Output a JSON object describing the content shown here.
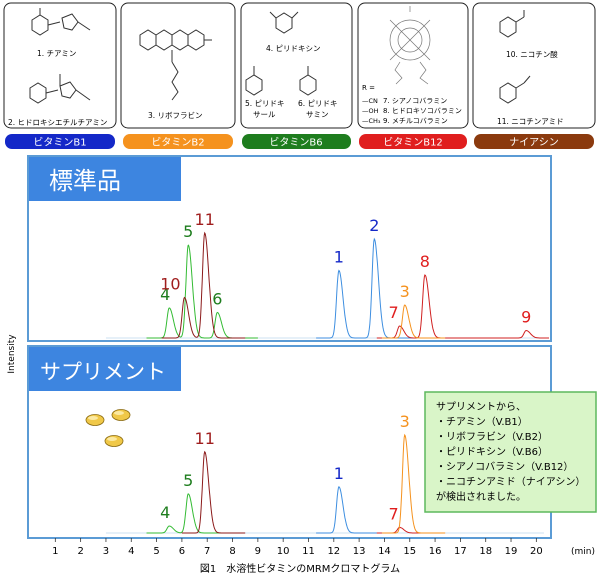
{
  "categories": [
    {
      "key": "b1",
      "label": "ビタミンB1",
      "color": "#1428c8",
      "compounds": [
        "1. チアミン",
        "2. ヒドロキシエチルチアミン"
      ]
    },
    {
      "key": "b2",
      "label": "ビタミンB2",
      "color": "#f5921e",
      "compounds": [
        "3. リボフラビン"
      ]
    },
    {
      "key": "b6",
      "label": "ビタミンB6",
      "color": "#1e7d1e",
      "compounds": [
        "4. ピリドキシン",
        "5. ピリドキサール",
        "6. ピリドキサミン"
      ]
    },
    {
      "key": "b12",
      "label": "ビタミンB12",
      "color": "#e01e1e",
      "compounds": [
        "7. シアノコバラミン",
        "8. ヒドロキソコバラミン",
        "9. メチルコバラミン"
      ]
    },
    {
      "key": "niacin",
      "label": "ナイアシン",
      "color": "#8b3a0e",
      "compounds": [
        "10. ニコチン酸",
        "11. ニコチンアミド"
      ]
    }
  ],
  "b6_labels": {
    "pyridoxal_1": "5. ピリドキ",
    "pyridoxal_2": "サール",
    "pyridoxamine_1": "6. ピリドキ",
    "pyridoxamine_2": "サミン"
  },
  "b12_substituents": [
    "R =",
    "—CN",
    "—OH",
    "—CH₃"
  ],
  "panels": [
    {
      "key": "standard",
      "title": "標準品"
    },
    {
      "key": "supplement",
      "title": "サプリメント"
    }
  ],
  "ylabel": "Intensity",
  "xunit": "(min)",
  "caption": "図1　水溶性ビタミンのMRMクロマトグラム",
  "supplement_note": {
    "lines": [
      "サプリメントから、",
      "・チアミン（V.B1）",
      "・リボフラビン（V.B2）",
      "・ピリドキシン（V.B6）",
      "・シアノコバラミン（V.B12）",
      "・ニコチンアミド（ナイアシン）",
      "が検出されました。"
    ]
  },
  "colors": {
    "b1": "#3d8ee0",
    "b2": "#f5921e",
    "b6": "#33bb33",
    "b12": "#d02020",
    "niacin": "#8b1a1a",
    "panel_border": "#5b9bd5",
    "title_bg": "#3d85e0",
    "note_bg": "#d9f5c8",
    "note_border": "#5db85d"
  },
  "chart_data": {
    "type": "line",
    "xlabel": "(min)",
    "ylabel": "Intensity",
    "xlim": [
      0,
      20.5
    ],
    "xticks": [
      1,
      2,
      3,
      4,
      5,
      6,
      7,
      8,
      9,
      10,
      11,
      12,
      13,
      14,
      15,
      16,
      17,
      18,
      19,
      20
    ],
    "panels": [
      {
        "title": "標準品",
        "peaks": [
          {
            "label": "4",
            "group": "b6",
            "rt": 5.5,
            "height": 0.2,
            "label_color": "#1e7d1e"
          },
          {
            "label": "10",
            "group": "niacin",
            "rt": 6.1,
            "height": 0.27,
            "label_color": "#a01e1e"
          },
          {
            "label": "5",
            "group": "b6",
            "rt": 6.25,
            "height": 0.62,
            "label_color": "#1e7d1e"
          },
          {
            "label": "11",
            "group": "niacin",
            "rt": 6.9,
            "height": 0.7,
            "label_color": "#a01e1e"
          },
          {
            "label": "6",
            "group": "b6",
            "rt": 7.4,
            "height": 0.17,
            "label_color": "#1e7d1e"
          },
          {
            "label": "1",
            "group": "b1",
            "rt": 12.2,
            "height": 0.45,
            "label_color": "#1428c8"
          },
          {
            "label": "2",
            "group": "b1",
            "rt": 13.6,
            "height": 0.66,
            "label_color": "#1428c8"
          },
          {
            "label": "7",
            "group": "b12",
            "rt": 14.6,
            "height": 0.08,
            "label_color": "#e01e1e"
          },
          {
            "label": "3",
            "group": "b2",
            "rt": 14.8,
            "height": 0.22,
            "label_color": "#f5921e"
          },
          {
            "label": "8",
            "group": "b12",
            "rt": 15.6,
            "height": 0.42,
            "label_color": "#e01e1e"
          },
          {
            "label": "9",
            "group": "b12",
            "rt": 19.6,
            "height": 0.05,
            "label_color": "#e01e1e"
          }
        ]
      },
      {
        "title": "サプリメント",
        "peaks": [
          {
            "label": "4",
            "group": "b6",
            "rt": 5.5,
            "height": 0.05,
            "label_color": "#1e7d1e"
          },
          {
            "label": "5",
            "group": "b6",
            "rt": 6.25,
            "height": 0.28,
            "label_color": "#1e7d1e"
          },
          {
            "label": "11",
            "group": "niacin",
            "rt": 6.9,
            "height": 0.58,
            "label_color": "#a01e1e"
          },
          {
            "label": "1",
            "group": "b1",
            "rt": 12.2,
            "height": 0.33,
            "label_color": "#1428c8"
          },
          {
            "label": "7",
            "group": "b12",
            "rt": 14.6,
            "height": 0.04,
            "label_color": "#e01e1e"
          },
          {
            "label": "3",
            "group": "b2",
            "rt": 14.8,
            "height": 0.7,
            "label_color": "#f5921e"
          }
        ]
      }
    ]
  }
}
